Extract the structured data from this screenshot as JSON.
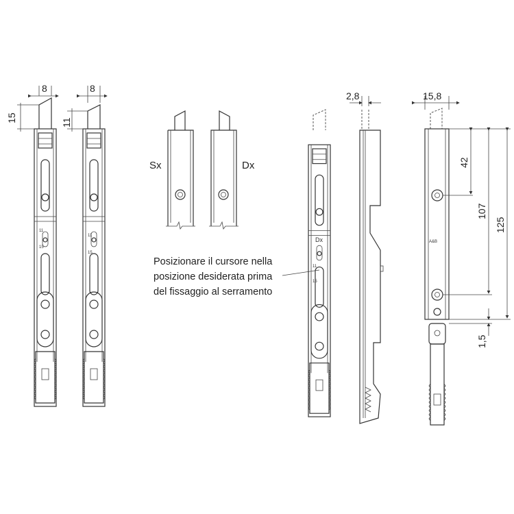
{
  "dimensions": {
    "left_width": "8",
    "left_height": "15",
    "second_width": "8",
    "second_height": "11",
    "side_thickness": "2,8",
    "right_width": "15,8",
    "hole_to_top": "42",
    "hole_spacing": "107",
    "total_length": "125",
    "bottom_gap": "1,5"
  },
  "variants": {
    "left": "Sx",
    "right": "Dx"
  },
  "part_labels": {
    "dx": "Dx",
    "pos_11": "11",
    "pos_15": "15",
    "logo": "A&B"
  },
  "note": {
    "line1": "Posizionare il cursore nella",
    "line2": "posizione desiderata prima",
    "line3": "del fissaggio al serramento"
  }
}
